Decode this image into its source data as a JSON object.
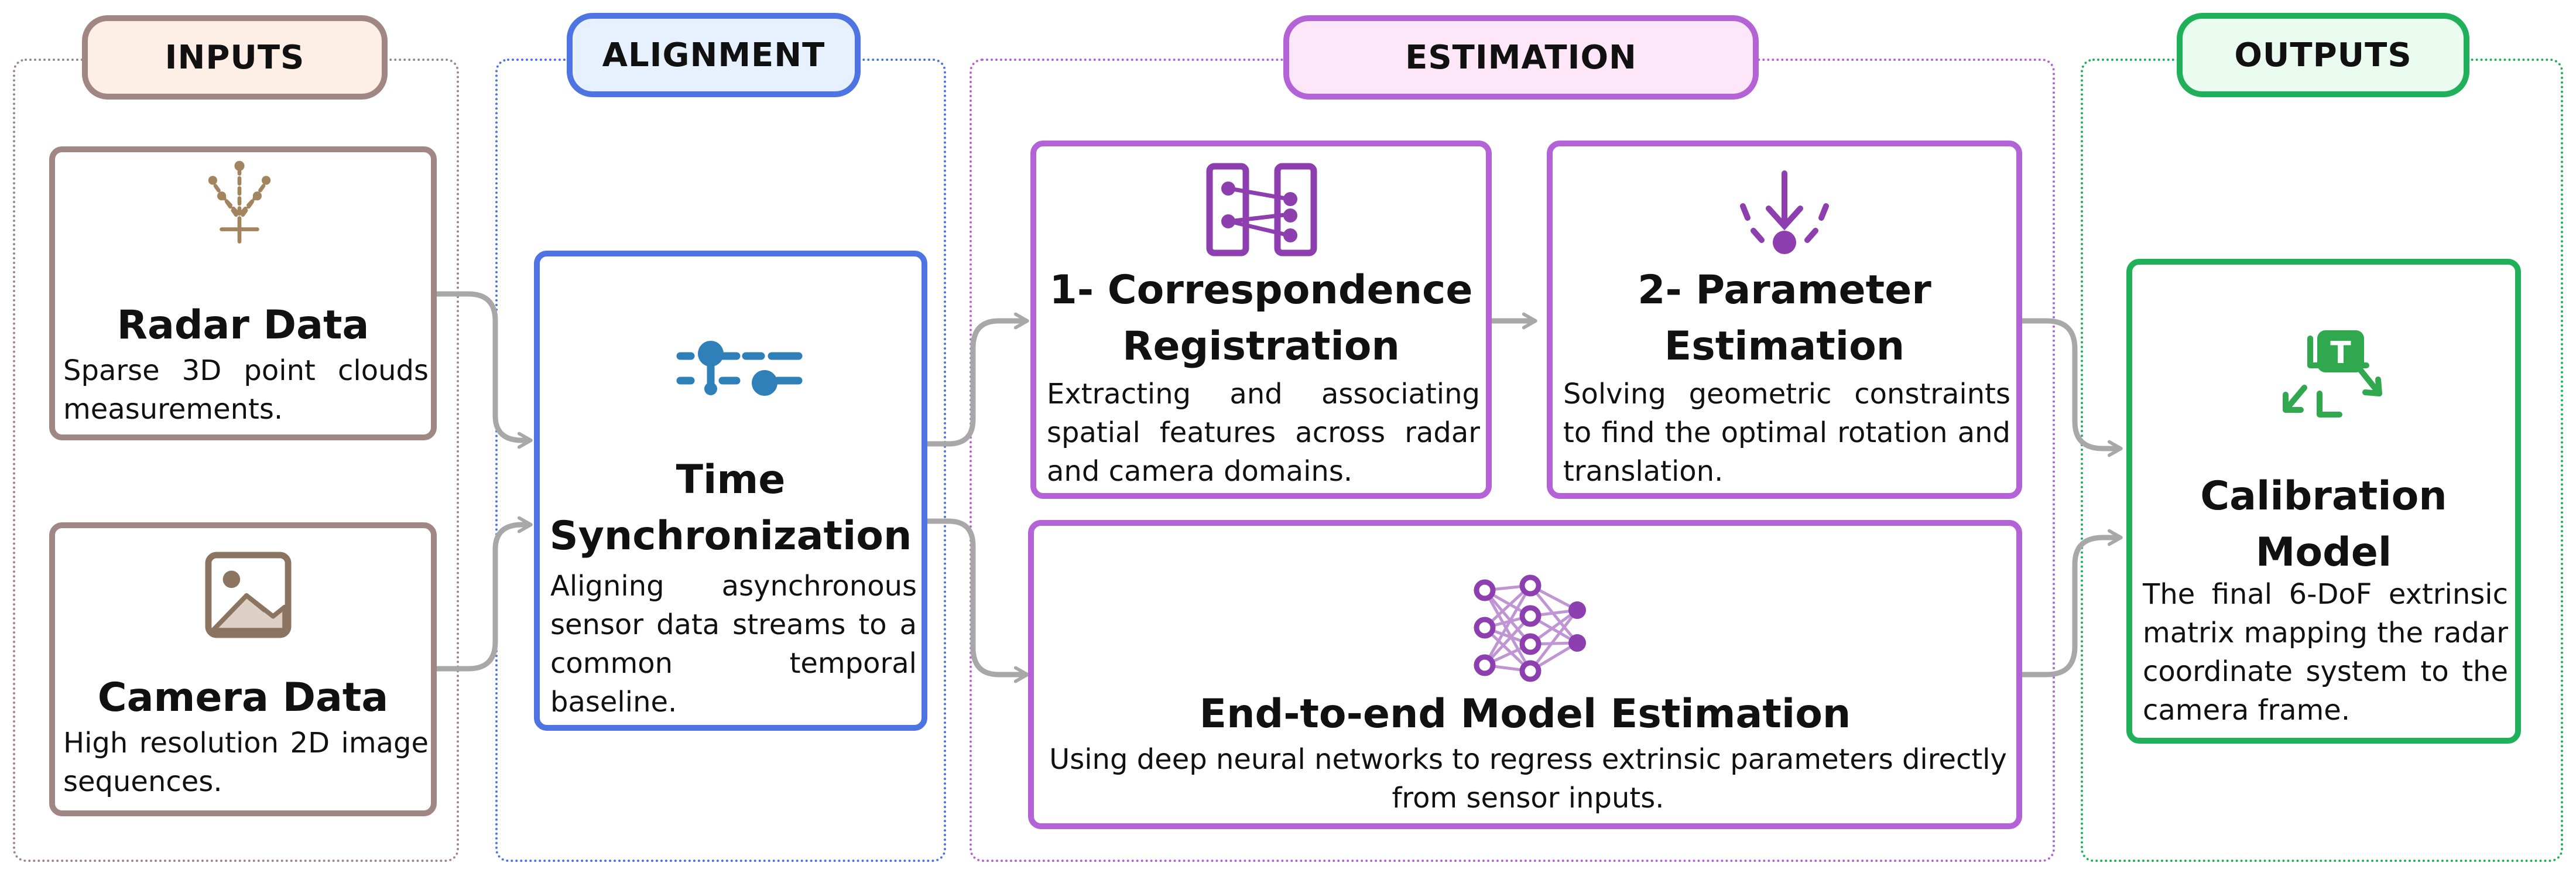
{
  "colors": {
    "inputs": "#a08784",
    "inputs_fill": "#fdeee6",
    "alignment": "#4e73e2",
    "alignment_fill": "#e6f1fd",
    "estimation": "#b463d6",
    "estimation_fill": "#fde6f8",
    "outputs": "#21b05a",
    "outputs_fill": "#eafbf0",
    "arrow": "#a8a8a8",
    "radar_icon": "#a2845f",
    "camera_icon": "#8c7560",
    "sync_icon": "#2f7fb8",
    "est_icon": "#8d3fb0",
    "out_icon": "#2fa84e"
  },
  "sections": {
    "inputs": "INPUTS",
    "alignment": "ALIGNMENT",
    "estimation": "ESTIMATION",
    "outputs": "OUTPUTS"
  },
  "cards": {
    "radar": {
      "icon": "radar-icon",
      "title": "Radar Data",
      "desc": "Sparse 3D point clouds measurements."
    },
    "camera": {
      "icon": "image-icon",
      "title": "Camera Data",
      "desc": "High resolution 2D image sequences."
    },
    "sync": {
      "icon": "timeline-icon",
      "title_line1": "Time",
      "title_line2": "Synchronization",
      "desc": "Aligning asynchronous sensor data streams to a common temporal baseline."
    },
    "corr": {
      "icon": "feature-matching-icon",
      "title_line1": "1- Correspondence",
      "title_line2": "Registration",
      "desc": "Extracting and associating spatial features across radar and camera domains."
    },
    "param": {
      "icon": "optimization-icon",
      "title_line1": "2- Parameter",
      "title_line2": "Estimation",
      "desc": "Solving geometric constraints to find the optimal rotation and translation."
    },
    "e2e": {
      "icon": "neural-network-icon",
      "title": "End-to-end Model Estimation",
      "desc": "Using deep neural networks to regress extrinsic parameters directly from sensor inputs."
    },
    "calib": {
      "icon": "transform-icon",
      "icon_letter": "T",
      "title": "Calibration Model",
      "desc": "The final 6-DoF extrinsic matrix mapping the radar coordinate system to the camera frame."
    }
  }
}
